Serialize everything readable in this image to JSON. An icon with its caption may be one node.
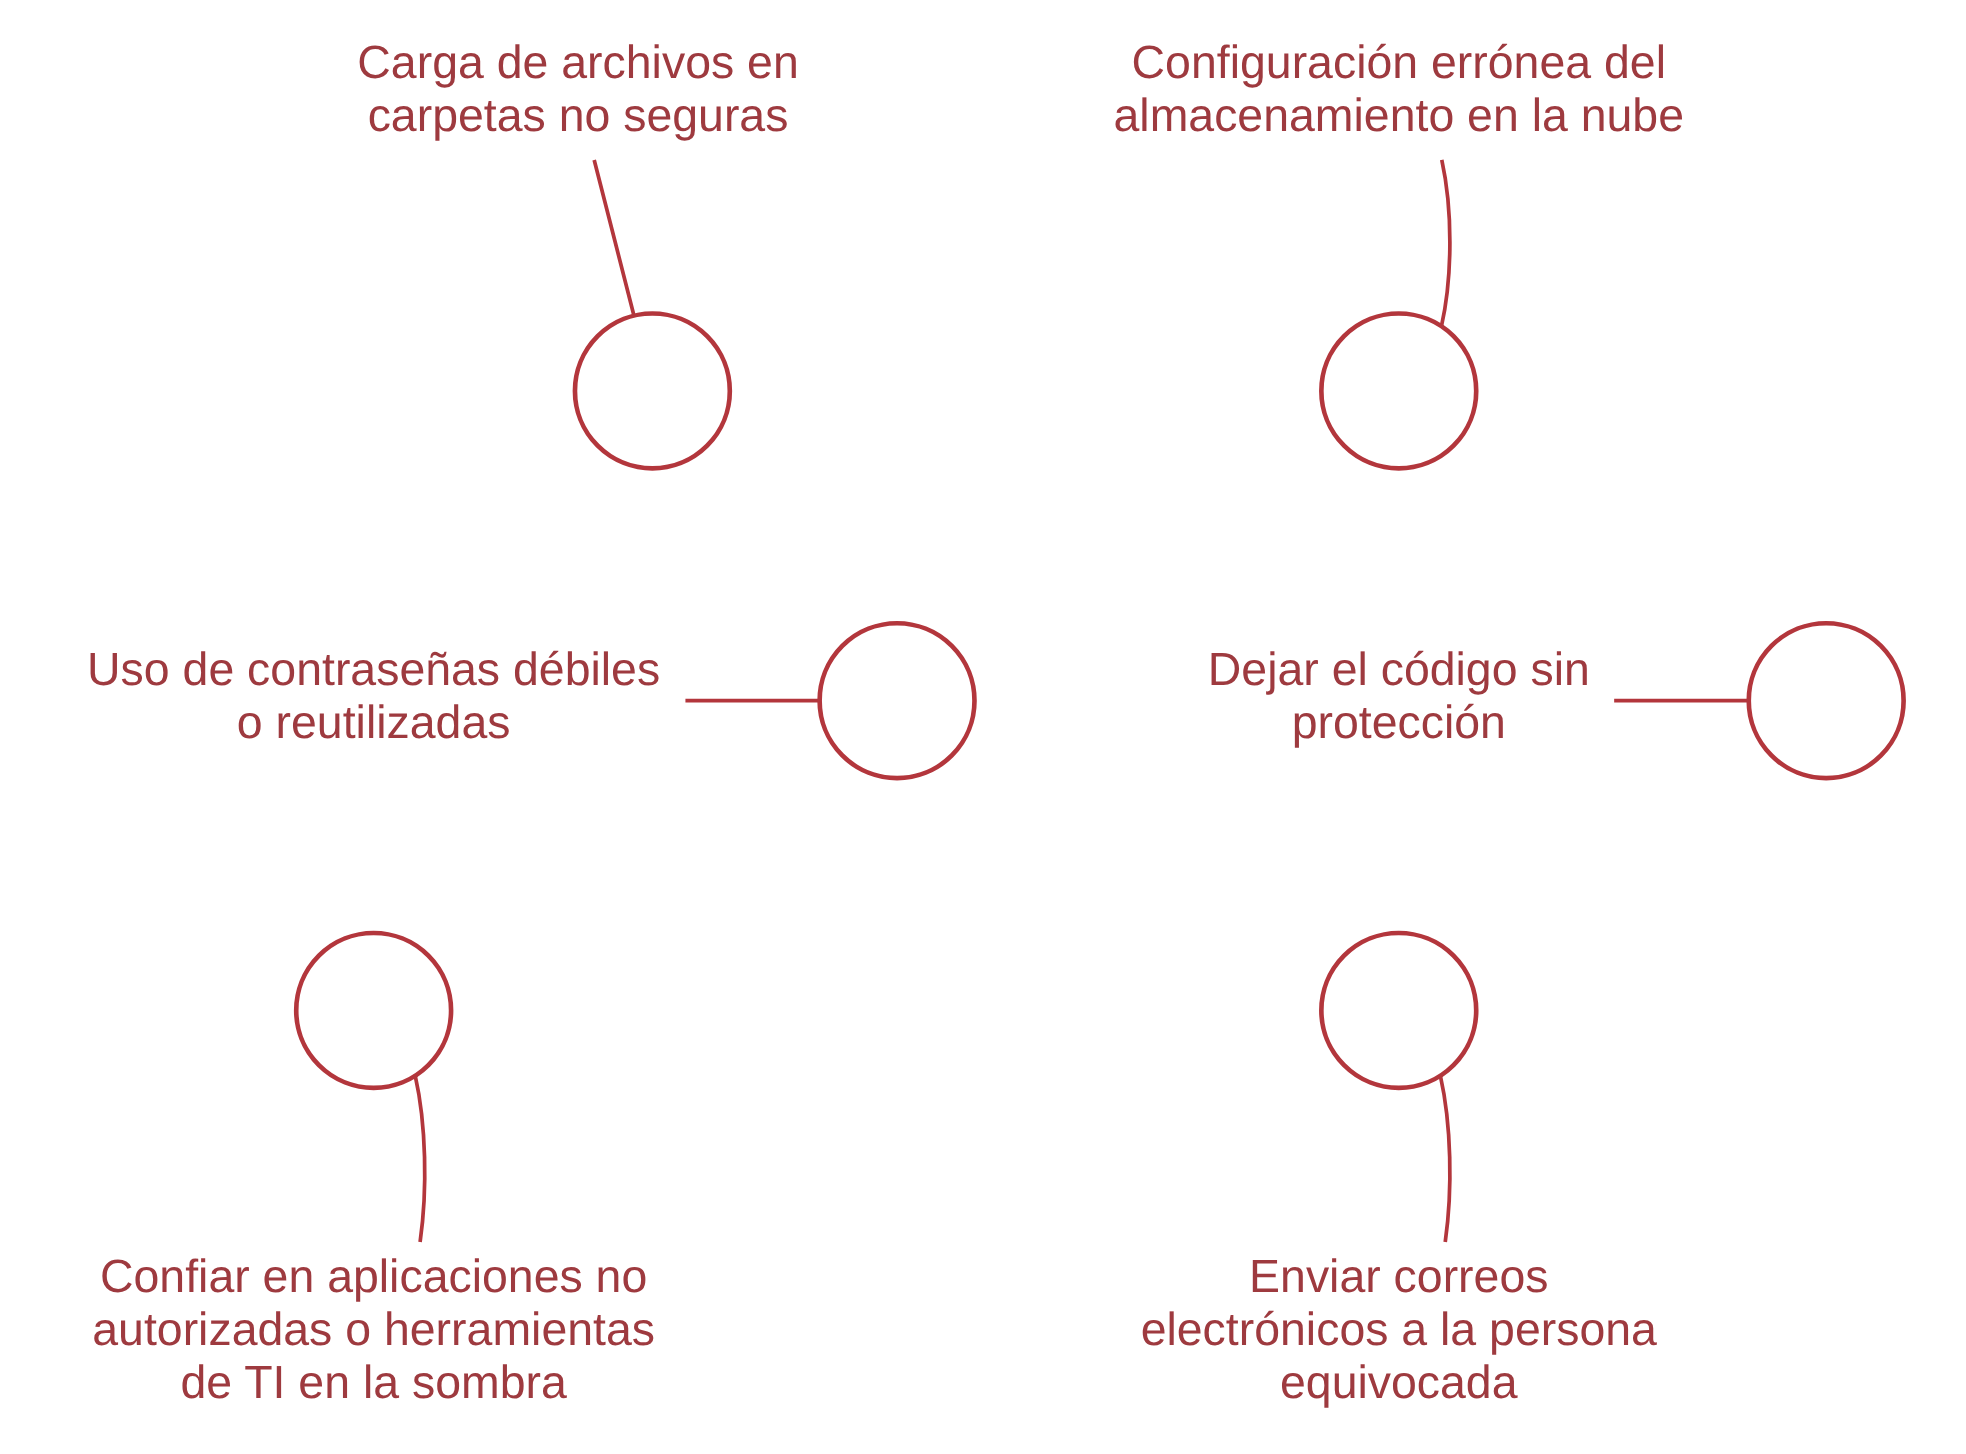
{
  "diagram": {
    "nodes": [
      {
        "text": [
          "Carga de archivos en carpetas no seguras"
        ]
      },
      {
        "text": [
          "Configuración errónea del almacenamiento en la nube"
        ]
      },
      {
        "text": [
          "Uso de contraseñas débiles o reutilizadas"
        ]
      },
      {
        "text": [
          "Dejar el código sin protección"
        ]
      },
      {
        "text": [
          "Confiar en aplicaciones no autorizadas o herramientas de TI en la sombra"
        ]
      },
      {
        "text": [
          "Enviar correos electrónicos a la persona equivocada"
        ]
      },
      {
        "text": [],
        "shape": "circle"
      },
      {
        "text": [],
        "shape": "circle"
      },
      {
        "text": [],
        "shape": "circle"
      },
      {
        "text": [],
        "shape": "circle"
      },
      {
        "text": [],
        "shape": "circle"
      },
      {
        "text": [],
        "shape": "circle"
      }
    ],
    "edges": [
      {
        "from": 0,
        "to": 7,
        "arrow": "none"
      },
      {
        "from": 1,
        "to": 9,
        "arrow": "none"
      },
      {
        "from": 2,
        "to": 6,
        "arrow": "none"
      },
      {
        "from": 3,
        "to": 11,
        "arrow": "none"
      },
      {
        "from": 4,
        "to": 8,
        "arrow": "none"
      },
      {
        "from": 5,
        "to": 10,
        "arrow": "none"
      }
    ]
  }
}
